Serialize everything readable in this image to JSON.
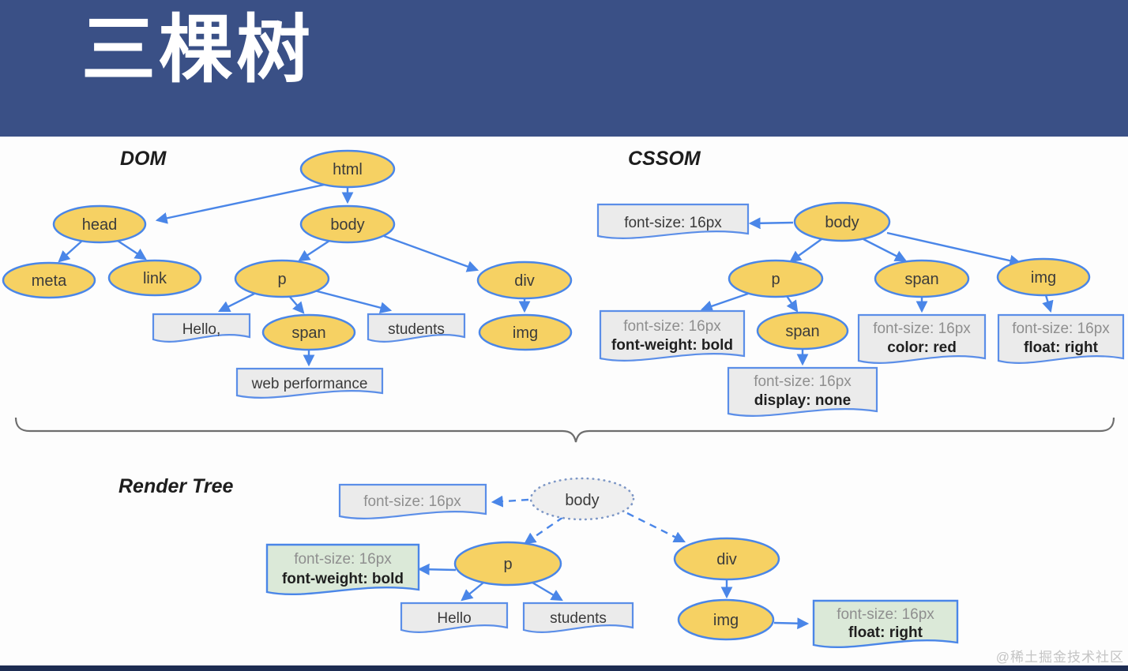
{
  "title": "三棵树",
  "watermark": "@稀土掘金技术社区",
  "colors": {
    "banner": "#3a5086",
    "bottom_bar": "#1d2c52",
    "node_fill": "#f6d163",
    "node_border": "#4a86e8",
    "arrow": "#4a86e8",
    "text_box_fill": "#ebebeb",
    "matched_box_fill": "#dbe9d8",
    "inherited_rule_text": "#8f8f8f"
  },
  "dom": {
    "label": "DOM",
    "nodes": {
      "html": "html",
      "head": "head",
      "body": "body",
      "meta": "meta",
      "link": "link",
      "p": "p",
      "div": "div",
      "span": "span",
      "img": "img"
    },
    "texts": {
      "hello": "Hello,",
      "students": "students",
      "webperf": "web performance"
    }
  },
  "cssom": {
    "label": "CSSOM",
    "nodes": {
      "body": "body",
      "p": "p",
      "span_under_p": "span",
      "span": "span",
      "img": "img"
    },
    "rules": {
      "body": "font-size: 16px",
      "p_line1": "font-size: 16px",
      "p_line2": "font-weight: bold",
      "span_under_p_line1": "font-size: 16px",
      "span_under_p_line2": "display: none",
      "span_line1": "font-size: 16px",
      "span_line2": "color: red",
      "img_line1": "font-size: 16px",
      "img_line2": "float: right"
    }
  },
  "render": {
    "label": "Render Tree",
    "nodes": {
      "body": "body",
      "p": "p",
      "div": "div",
      "img": "img"
    },
    "texts": {
      "hello": "Hello",
      "students": "students"
    },
    "rules": {
      "body": "font-size: 16px",
      "p_line1": "font-size: 16px",
      "p_line2": "font-weight: bold",
      "img_line1": "font-size: 16px",
      "img_line2": "float: right"
    }
  }
}
